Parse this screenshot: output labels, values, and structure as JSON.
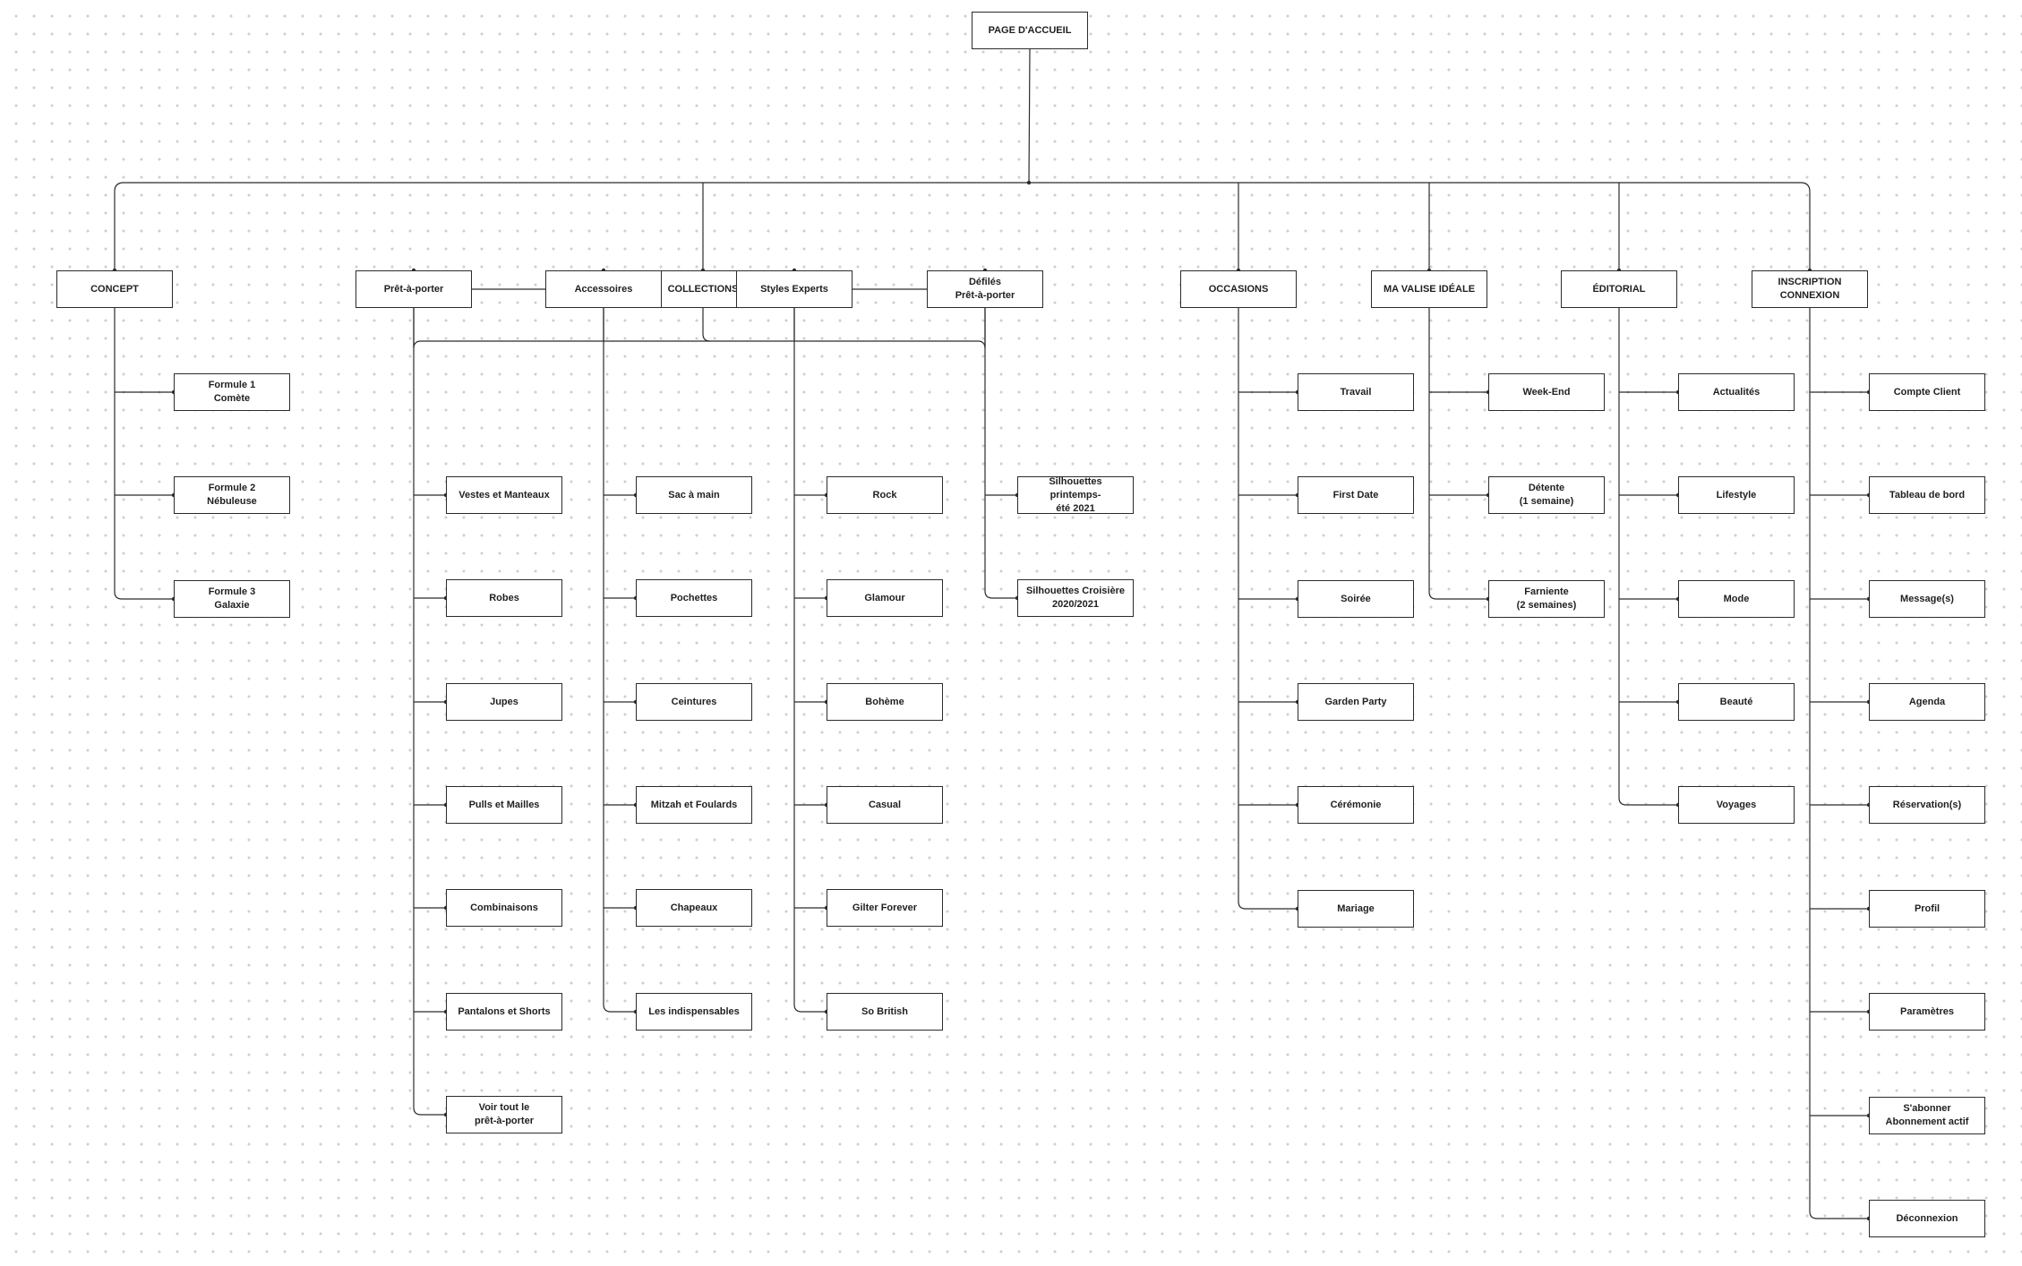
{
  "diagram": {
    "root": {
      "id": "home",
      "label": "PAGE D'ACCUEIL"
    },
    "sections": [
      {
        "id": "concept",
        "label": "CONCEPT",
        "items": [
          "Formule 1\nComète",
          "Formule 2\nNébuleuse",
          "Formule 3\nGalaxie"
        ]
      },
      {
        "id": "collections",
        "label": "COLLECTIONS",
        "groups": [
          {
            "id": "pret",
            "label": "Prêt-à-porter",
            "items": [
              "Vestes et Manteaux",
              "Robes",
              "Jupes",
              "Pulls et Mailles",
              "Combinaisons",
              "Pantalons et Shorts",
              "Voir tout le\nprêt-à-porter"
            ]
          },
          {
            "id": "acc",
            "label": "Accessoires",
            "items": [
              "Sac à main",
              "Pochettes",
              "Ceintures",
              "Mitzah et Foulards",
              "Chapeaux",
              "Les indispensables"
            ]
          },
          {
            "id": "styles",
            "label": "Styles Experts",
            "items": [
              "Rock",
              "Glamour",
              "Bohème",
              "Casual",
              "Gilter Forever",
              "So British"
            ]
          },
          {
            "id": "defiles",
            "label": "Défilés\nPrêt-à-porter",
            "items": [
              "Silhouettes printemps-\nété 2021",
              "Silhouettes Croisière\n2020/2021"
            ]
          }
        ]
      },
      {
        "id": "occasions",
        "label": "OCCASIONS",
        "items": [
          "Travail",
          "First Date",
          "Soirée",
          "Garden Party",
          "Cérémonie",
          "Mariage"
        ]
      },
      {
        "id": "valise",
        "label": "MA VALISE IDÉALE",
        "items": [
          "Week-End",
          "Détente\n(1 semaine)",
          "Farniente\n(2 semaines)"
        ]
      },
      {
        "id": "editorial",
        "label": "ÉDITORIAL",
        "items": [
          "Actualités",
          "Lifestyle",
          "Mode",
          "Beauté",
          "Voyages"
        ]
      },
      {
        "id": "compte",
        "label": "INSCRIPTION\nCONNEXION",
        "items": [
          "Compte Client",
          "Tableau de bord",
          "Message(s)",
          "Agenda",
          "Réservation(s)",
          "Profil",
          "Paramètres",
          "S'abonner\nAbonnement actif",
          "Déconnexion"
        ]
      }
    ]
  },
  "colors": {
    "line": "#2b2b2b",
    "box_border": "#2b2b2b",
    "text": "#1f1f1f",
    "dot": "#cfcfcf"
  }
}
